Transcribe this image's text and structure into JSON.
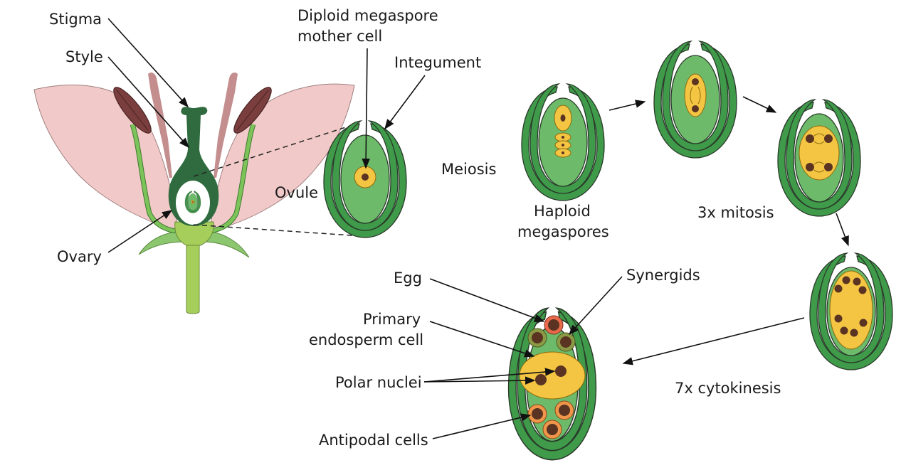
{
  "title": "Female gametophyte (embryo sac) development in a flower",
  "colors": {
    "petal": "#f2c9c9",
    "petal_stroke": "#a08080",
    "stamen_filament_pink": "#c48e8e",
    "anther": "#7a3e3e",
    "filament_green": "#7cc45a",
    "pistil": "#2f6b3e",
    "receptacle": "#a5cf5a",
    "sepal": "#8cc66e",
    "integument_outer": "#3f9a4a",
    "nucellus": "#6dbb6a",
    "cytoplasm_yellow": "#f4c542",
    "nucleus": "#5a3322",
    "egg_ring": "#e8694a",
    "synergid_ring": "#8a9a44",
    "antipodal_ring": "#f0964a"
  },
  "labels": {
    "stigma": "Stigma",
    "style": "Style",
    "ovary": "Ovary",
    "ovule": "Ovule",
    "diploid_line1": "Diploid megaspore",
    "diploid_line2": "mother cell",
    "integument": "Integument",
    "meiosis": "Meiosis",
    "haploid_line1": "Haploid",
    "haploid_line2": "megaspores",
    "mitosis": "3x mitosis",
    "cytokinesis": "7x cytokinesis",
    "egg": "Egg",
    "synergids": "Synergids",
    "primary_line1": "Primary",
    "primary_line2": "endosperm cell",
    "polar_nuclei": "Polar nuclei",
    "antipodal_cells": "Antipodal cells"
  },
  "stages": [
    {
      "name": "Ovule with diploid megaspore mother cell"
    },
    {
      "name": "Haploid megaspores"
    },
    {
      "name": "Two-nucleate embryo sac"
    },
    {
      "name": "Four-nucleate embryo sac"
    },
    {
      "name": "Eight-nucleate embryo sac"
    },
    {
      "name": "Mature embryo sac"
    }
  ]
}
